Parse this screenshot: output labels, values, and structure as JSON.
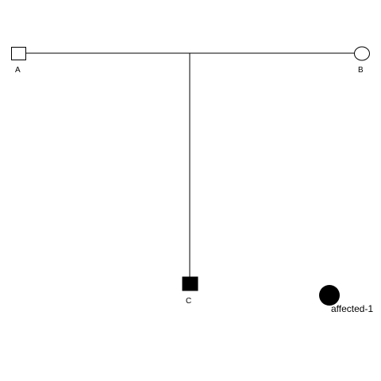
{
  "pedigree": {
    "individuals": [
      {
        "id": "A",
        "label": "A",
        "sex": "male",
        "affected": false
      },
      {
        "id": "B",
        "label": "B",
        "sex": "female",
        "affected": false
      },
      {
        "id": "C",
        "label": "C",
        "sex": "male",
        "affected": true
      }
    ],
    "relationships": [
      {
        "partners": [
          "A",
          "B"
        ],
        "children": [
          "C"
        ]
      }
    ],
    "legend": {
      "symbol": "filled-circle",
      "label": "affected-1"
    },
    "colors": {
      "line": "#000000",
      "affected_fill": "#000000",
      "unaffected_fill": "#ffffff"
    }
  }
}
